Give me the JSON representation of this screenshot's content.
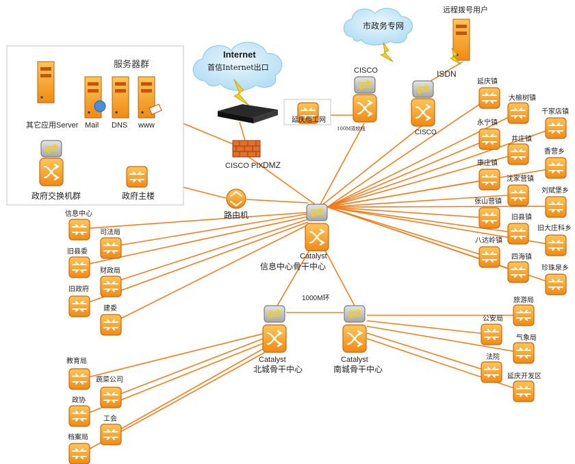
{
  "server_group": {
    "title": "服务器群",
    "servers": [
      "其它应用Server",
      "Mail",
      "DNS",
      "www"
    ]
  },
  "internet": {
    "title": "Internet",
    "subtitle": "首信Internet出口"
  },
  "gov_private_net": "市政务专网",
  "remote_users": "远程拨号用户",
  "isdn": "ISDN",
  "cisco_top_label": "CISCO",
  "cisco_right_label": "CISCO",
  "firewall": {
    "label": "CISCO PIX",
    "dmz": "DMZ"
  },
  "yanqing_org_net": {
    "label": "延庆组工网",
    "link": "100M双绞线"
  },
  "gov_switch_group": "政府交换机群",
  "gov_main_building": "政府主楼",
  "router": "路由机",
  "core": {
    "brand": "Catalyst",
    "name": "信息中心骨干中心"
  },
  "ring_label": "1000M环",
  "north": {
    "brand": "Catalyst",
    "name": "北城骨干中心"
  },
  "south": {
    "brand": "Catalyst",
    "name": "南城骨干中心"
  },
  "left_sites": [
    "信息中心",
    "司法局",
    "旧县委",
    "财政局",
    "旧政府",
    "建委"
  ],
  "right_sites": [
    "延庆镇",
    "大榆树镇",
    "千家店镇",
    "永宁镇",
    "井庄镇",
    "香营乡",
    "康庄镇",
    "沈家营镇",
    "刘斌堡乡",
    "张山营镇",
    "旧县镇",
    "旧大庄科乡",
    "八达岭镇",
    "四海镇",
    "珍珠泉乡"
  ],
  "north_sites": [
    "教育局",
    "蔬菜公司",
    "政协",
    "工会",
    "档案局"
  ],
  "south_sites": [
    "旅游局",
    "公安局",
    "气象局",
    "法院",
    "延庆开发区"
  ],
  "colors": {
    "link": "#f07e1e",
    "device_fill": "#f5a623",
    "device_border": "#c9660e",
    "switch_head": "#b8b8b8",
    "cloud": "#bfe3f5",
    "lightning": "#f2d21a"
  }
}
